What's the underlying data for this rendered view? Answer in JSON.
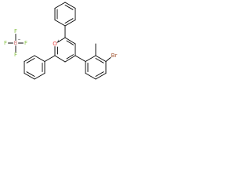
{
  "structure": {
    "anion": {
      "boron": "B",
      "fluorines": [
        "F",
        "F",
        "F",
        "F"
      ],
      "charge": "−"
    },
    "cation": {
      "oxygen": "O",
      "charge": "+",
      "bromine": "Br"
    }
  },
  "colors": {
    "bond": "#000000",
    "fluorine": "#8bc34a",
    "boron": "#d08080",
    "oxygen": "#e53935",
    "bromine": "#a0522d"
  }
}
